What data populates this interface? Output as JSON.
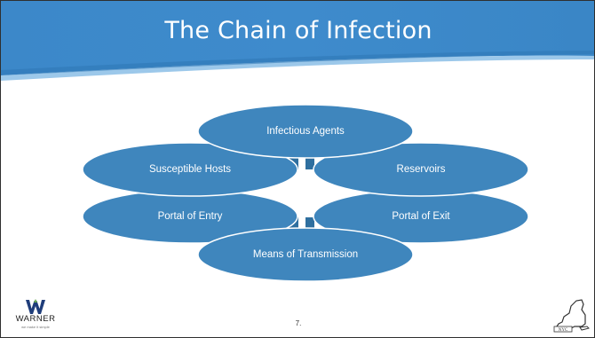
{
  "slide": {
    "title": "The Chain of Infection",
    "page_number": "7."
  },
  "diagram": {
    "nodes": [
      {
        "id": "agents",
        "label": "Infectious Agents"
      },
      {
        "id": "reservoirs",
        "label": "Reservoirs"
      },
      {
        "id": "exit",
        "label": "Portal of Exit"
      },
      {
        "id": "transmission",
        "label": "Means of Transmission"
      },
      {
        "id": "entry",
        "label": "Portal of Entry"
      },
      {
        "id": "hosts",
        "label": "Susceptible Hosts"
      }
    ],
    "colors": {
      "oval_fill": "#3f86bd",
      "oval_edge": "#ffffff",
      "connector": "#2f6f9f",
      "header_blue": "#3a86c8",
      "header_light": "#9cc8ea"
    }
  },
  "footer": {
    "left_logo": {
      "name": "WARNER",
      "tagline": "we make it simple",
      "icon": "warner-w-logo"
    },
    "right_logo": {
      "icon": "state-outline-logo",
      "text": "NYC"
    }
  }
}
